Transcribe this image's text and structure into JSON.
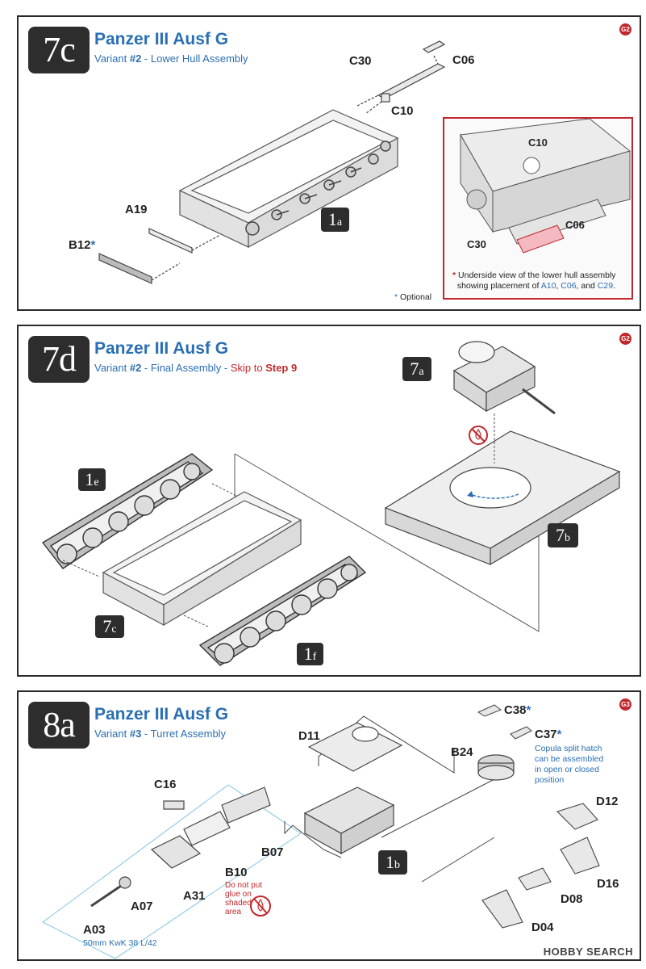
{
  "panels": [
    {
      "step": "7c",
      "title": "Panzer III Ausf G",
      "variant_prefix": "Variant ",
      "variant_num": "#2",
      "variant_desc": " - Lower Hull Assembly",
      "code": "G2",
      "parts": [
        "C30",
        "C06",
        "C10",
        "A19",
        "B12"
      ],
      "sub_badge": {
        "main": "1",
        "sub": "a"
      },
      "optional": "Optional",
      "inset": {
        "labels": [
          "C10",
          "C06",
          "C30"
        ],
        "note_line1": "Underside view of the lower hull assembly",
        "note_line2_prefix": "showing placement of ",
        "note_parts": [
          "A10",
          "C06",
          "C29"
        ],
        "note_and": ", and ",
        "note_comma": ", ",
        "note_end": "."
      }
    },
    {
      "step": "7d",
      "title": "Panzer III Ausf G",
      "variant_prefix": "Variant ",
      "variant_num": "#2",
      "variant_desc": " - Final Assembly - ",
      "skip_prefix": "Skip to ",
      "skip_step": "Step 9",
      "code": "G2",
      "badges": [
        {
          "main": "7",
          "sub": "a"
        },
        {
          "main": "1",
          "sub": "e"
        },
        {
          "main": "7",
          "sub": "b"
        },
        {
          "main": "7",
          "sub": "c"
        },
        {
          "main": "1",
          "sub": "f"
        }
      ]
    },
    {
      "step": "8a",
      "title": "Panzer III Ausf G",
      "variant_prefix": "Variant ",
      "variant_num": "#3",
      "variant_desc": " - Turret Assembly",
      "code": "G3",
      "parts": [
        "D11",
        "C38",
        "C37",
        "B24",
        "C16",
        "D12",
        "B07",
        "D16",
        "B10",
        "A07",
        "A31",
        "D08",
        "A03",
        "D04"
      ],
      "copula_note": [
        "Copula split hatch",
        "can be assembled",
        "in open or closed",
        "position"
      ],
      "glue_note": [
        "Do not put",
        "glue on",
        "shaded",
        "area"
      ],
      "gun_caption": "50mm KwK 38 L/42",
      "sub_badge": {
        "main": "1",
        "sub": "b"
      }
    }
  ],
  "watermark": "HOBBY SEARCH",
  "colors": {
    "accent_blue": "#2a6fb3",
    "accent_red": "#c0282d",
    "badge_bg": "#2d2d2d"
  }
}
